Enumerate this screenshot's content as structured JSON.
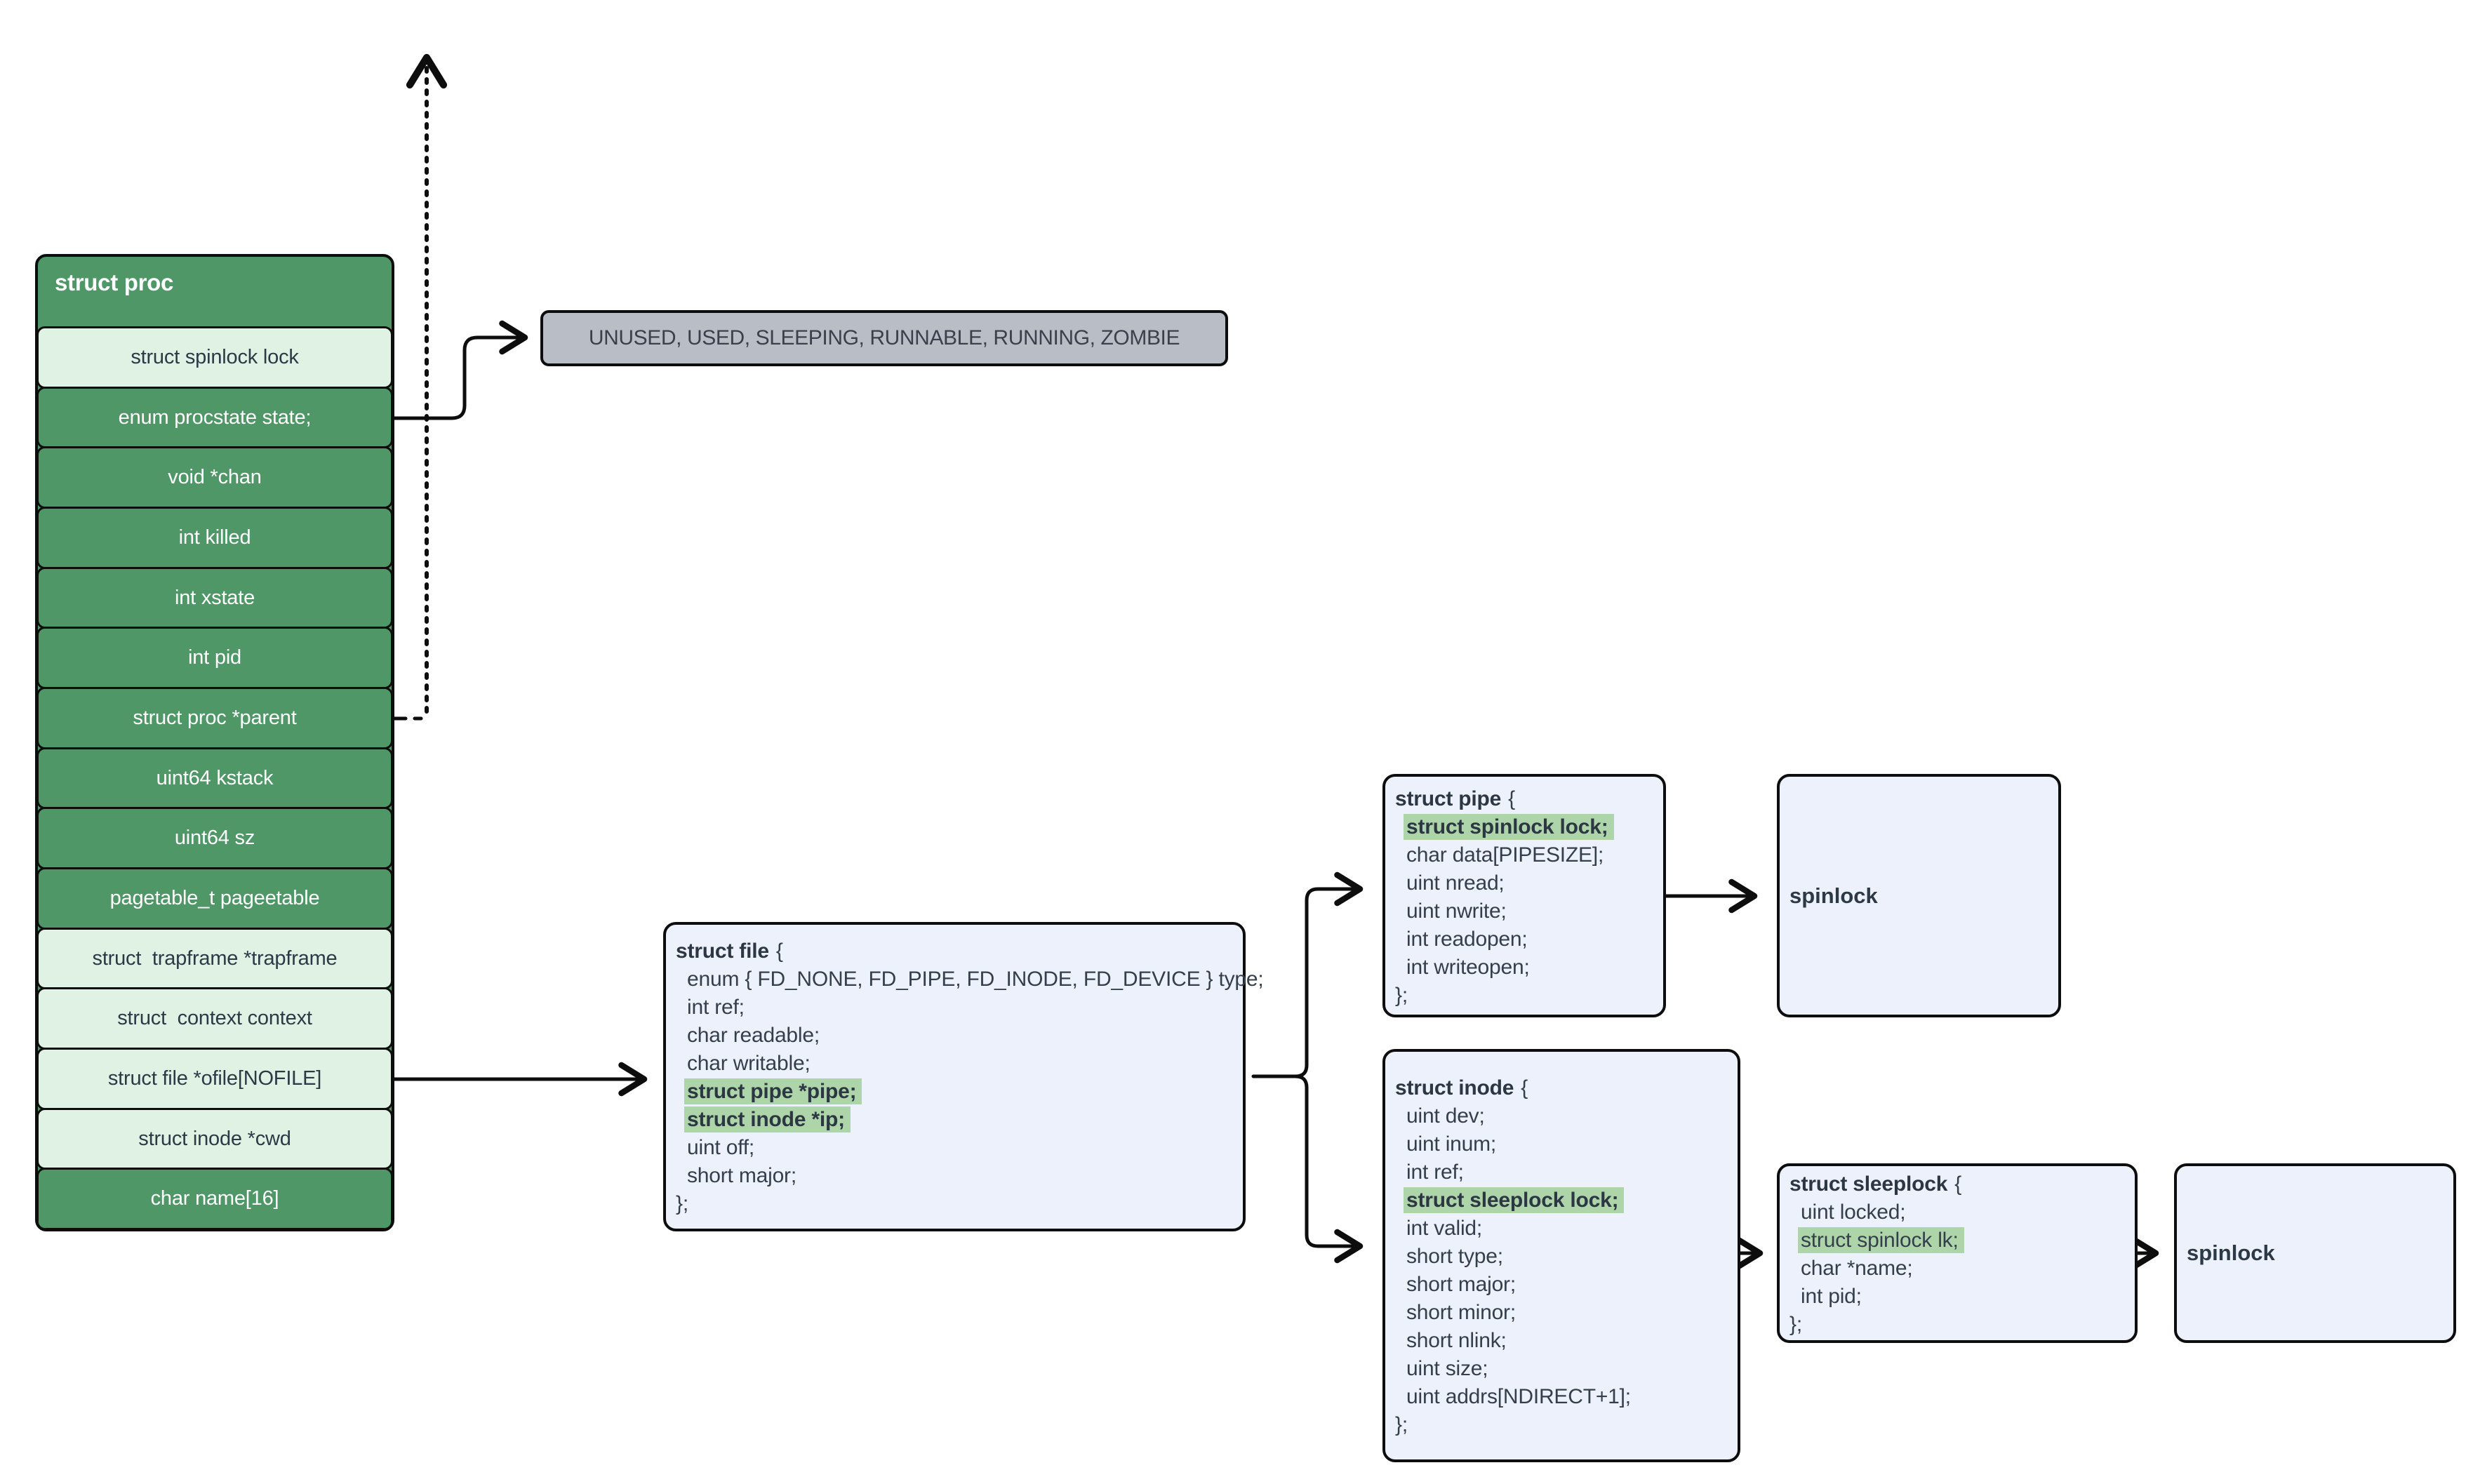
{
  "colors": {
    "dark_green": "#4f9767",
    "light_green": "#e0f2e3",
    "code_box_bg": "#edf1fb",
    "highlight_green": "#aed5aa",
    "states_gray": "#b9bdc5",
    "border": "#0d0d0d"
  },
  "proc": {
    "title": "struct proc",
    "fields": [
      {
        "label": "struct spinlock lock"
      },
      {
        "label": "enum procstate state;"
      },
      {
        "label": "void *chan"
      },
      {
        "label": "int killed"
      },
      {
        "label": "int xstate"
      },
      {
        "label": "int pid"
      },
      {
        "label": "struct proc *parent"
      },
      {
        "label": "uint64 kstack"
      },
      {
        "label": "uint64 sz"
      },
      {
        "label": "pagetable_t pageetable"
      },
      {
        "label": "struct  trapframe *trapframe"
      },
      {
        "label": "struct  context context"
      },
      {
        "label": "struct file *ofile[NOFILE]"
      },
      {
        "label": "struct inode *cwd"
      },
      {
        "label": "char name[16]"
      }
    ]
  },
  "states": {
    "text": "UNUSED, USED, SLEEPING, RUNNABLE, RUNNING, ZOMBIE"
  },
  "file": {
    "title": "struct file",
    "brace_open": "{",
    "lines": [
      "enum { FD_NONE, FD_PIPE, FD_INODE, FD_DEVICE } type;",
      "int ref;",
      "char readable;",
      "char writable;",
      "struct pipe *pipe;",
      "struct inode *ip;",
      "uint off;",
      "short major;"
    ],
    "brace_close": "};"
  },
  "pipe": {
    "title": "struct pipe",
    "brace_open": "{",
    "lines": [
      "struct spinlock lock;",
      "char data[PIPESIZE];",
      "uint nread;",
      "uint nwrite;",
      "int readopen;",
      "int writeopen;"
    ],
    "brace_close": "};"
  },
  "inode": {
    "title": "struct inode",
    "brace_open": "{",
    "lines": [
      "uint dev;",
      "uint inum;",
      "int ref;",
      "struct sleeplock lock;",
      "int valid;",
      "short type;",
      "short major;",
      "short minor;",
      "short nlink;",
      "uint size;",
      "uint addrs[NDIRECT+1];"
    ],
    "brace_close": "};"
  },
  "sleeplock": {
    "title": "struct sleeplock",
    "brace_open": "{",
    "lines": [
      "uint locked;",
      "struct spinlock lk;",
      "char *name;",
      "int pid;"
    ],
    "brace_close": "};"
  },
  "spinlock1": {
    "label": "spinlock"
  },
  "spinlock2": {
    "label": "spinlock"
  }
}
